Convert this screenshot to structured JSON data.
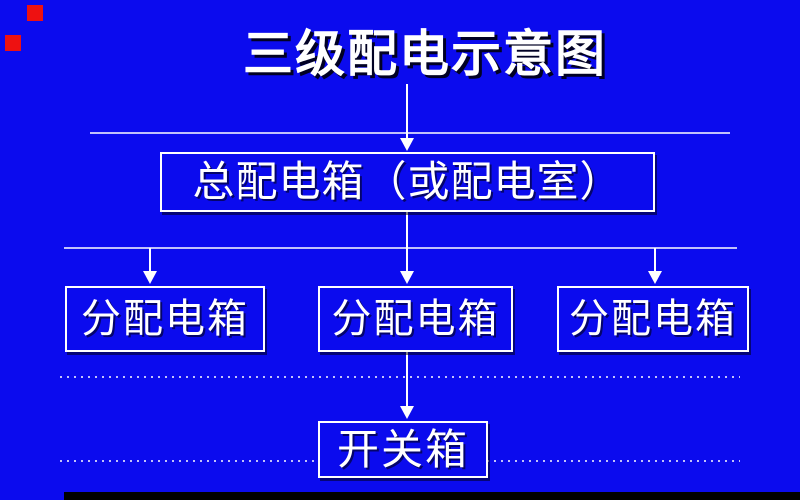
{
  "colors": {
    "background": "#0b0bee",
    "line": "#ffffff",
    "text": "#ffffff",
    "accent-red": "#ee1111",
    "footer-bar": "#000000"
  },
  "slide": {
    "title": "三级配电示意图"
  },
  "diagram": {
    "main_box": {
      "label": "总配电箱（或配电室）"
    },
    "distribution_boxes": [
      {
        "label": "分配电箱"
      },
      {
        "label": "分配电箱"
      },
      {
        "label": "分配电箱"
      }
    ],
    "switch_box": {
      "label": "开关箱"
    }
  }
}
